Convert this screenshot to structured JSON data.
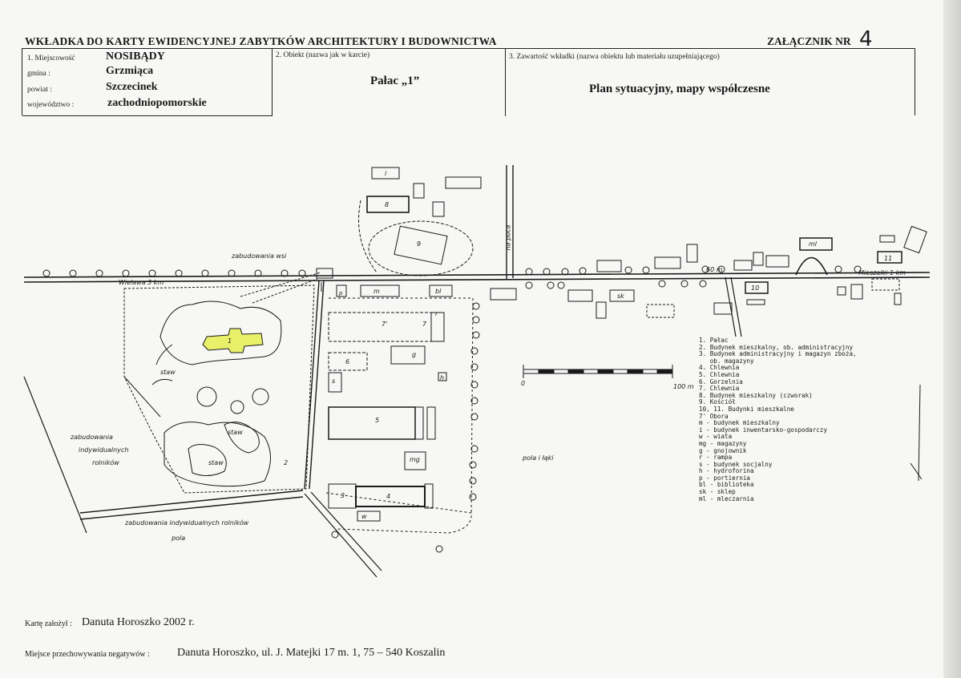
{
  "header": {
    "title": "WKŁADKA DO KARTY EWIDENCYJNEJ ZABYTKÓW ARCHITEKTURY I BUDOWNICTWA",
    "attachment_label": "ZAŁĄCZNIK NR",
    "attachment_number": "4"
  },
  "form": {
    "locality_label": "1. Miejscowość",
    "locality": "NOSIBĄDY",
    "gmina_label": "gmina :",
    "gmina": "Grzmiąca",
    "powiat_label": "powiat :",
    "powiat": "Szczecinek",
    "wojewodztwo_label": "województwo :",
    "wojewodztwo": "zachodniopomorskie",
    "object_label": "2. Obiekt (nazwa jak w karcie)",
    "object": "Pałac „1”",
    "content_label": "3. Zawartość wkładki (nazwa obiektu lub materiału uzupełniającego)",
    "content": "Plan sytuacyjny, mapy współczesne"
  },
  "map": {
    "labels": {
      "zabudowania_wsi": "zabudowania wsi",
      "wielawa": "Wielawa 3 km",
      "mieszalki": "Mieszałki 1 km",
      "na_poca": "na poca",
      "distance_60": "60 m",
      "zabudowania_indywidualnych": "zabudowania",
      "indywidualnych": "indywidualnych",
      "rolnikow": "rolników",
      "bottom_zabudowania": "zabudowania indywidualnych rolników",
      "pola": "pola",
      "pola_i_laki": "pola i łąki",
      "staw1": "staw",
      "staw2": "staw",
      "staw3": "staw",
      "scale_zero": "0",
      "scale_100": "100 m"
    },
    "buildings": {
      "b1": "1",
      "b2": "2",
      "b3": "3",
      "b4": "4",
      "b5": "5",
      "b6": "6",
      "b7": "7'",
      "b7b": "7",
      "b8": "8",
      "b9": "9",
      "b10": "10",
      "b11": "11",
      "m": "m",
      "i": "i",
      "r": "r",
      "g": "g",
      "s": "s",
      "h": "h",
      "w": "w",
      "bl": "bl",
      "sk": "sk",
      "ml": "ml",
      "mg": "mg",
      "p": "p"
    },
    "legend": [
      "1. Pałac",
      "2. Budynek mieszkalny, ob. administracyjny",
      "3. Budynek administracyjny i magazyn zboża,",
      "   ob. magazyny",
      "4. Chlewnia",
      "5. Chlewnia",
      "6. Gorzelnia",
      "7. Chlewnia",
      "8. Budynek mieszkalny (czworak)",
      "9. Kościół",
      "10, 11. Budynki mieszkalne",
      "7' Obora",
      "m - budynek mieszkalny",
      "i - budynek inwentarsko-gospodarczy",
      "w - wiata",
      "mg - magazyny",
      "g - gnojownik",
      "r - rampa",
      "s - budynek socjalny",
      "h - hydroforina",
      "p - portiernia",
      "bl - biblioteka",
      "sk - sklep",
      "ml - mleczarnia"
    ]
  },
  "footer": {
    "card_label": "Kartę założył :",
    "card_value": "Danuta Horoszko   2002 r.",
    "negatives_label": "Miejsce przechowywania negatywów :",
    "negatives_value": "Danuta Horoszko,   ul. J. Matejki 17 m. 1,  75 – 540 Koszalin"
  },
  "colors": {
    "palace_highlight": "#e8f06a",
    "ink": "#1a1a1a"
  }
}
